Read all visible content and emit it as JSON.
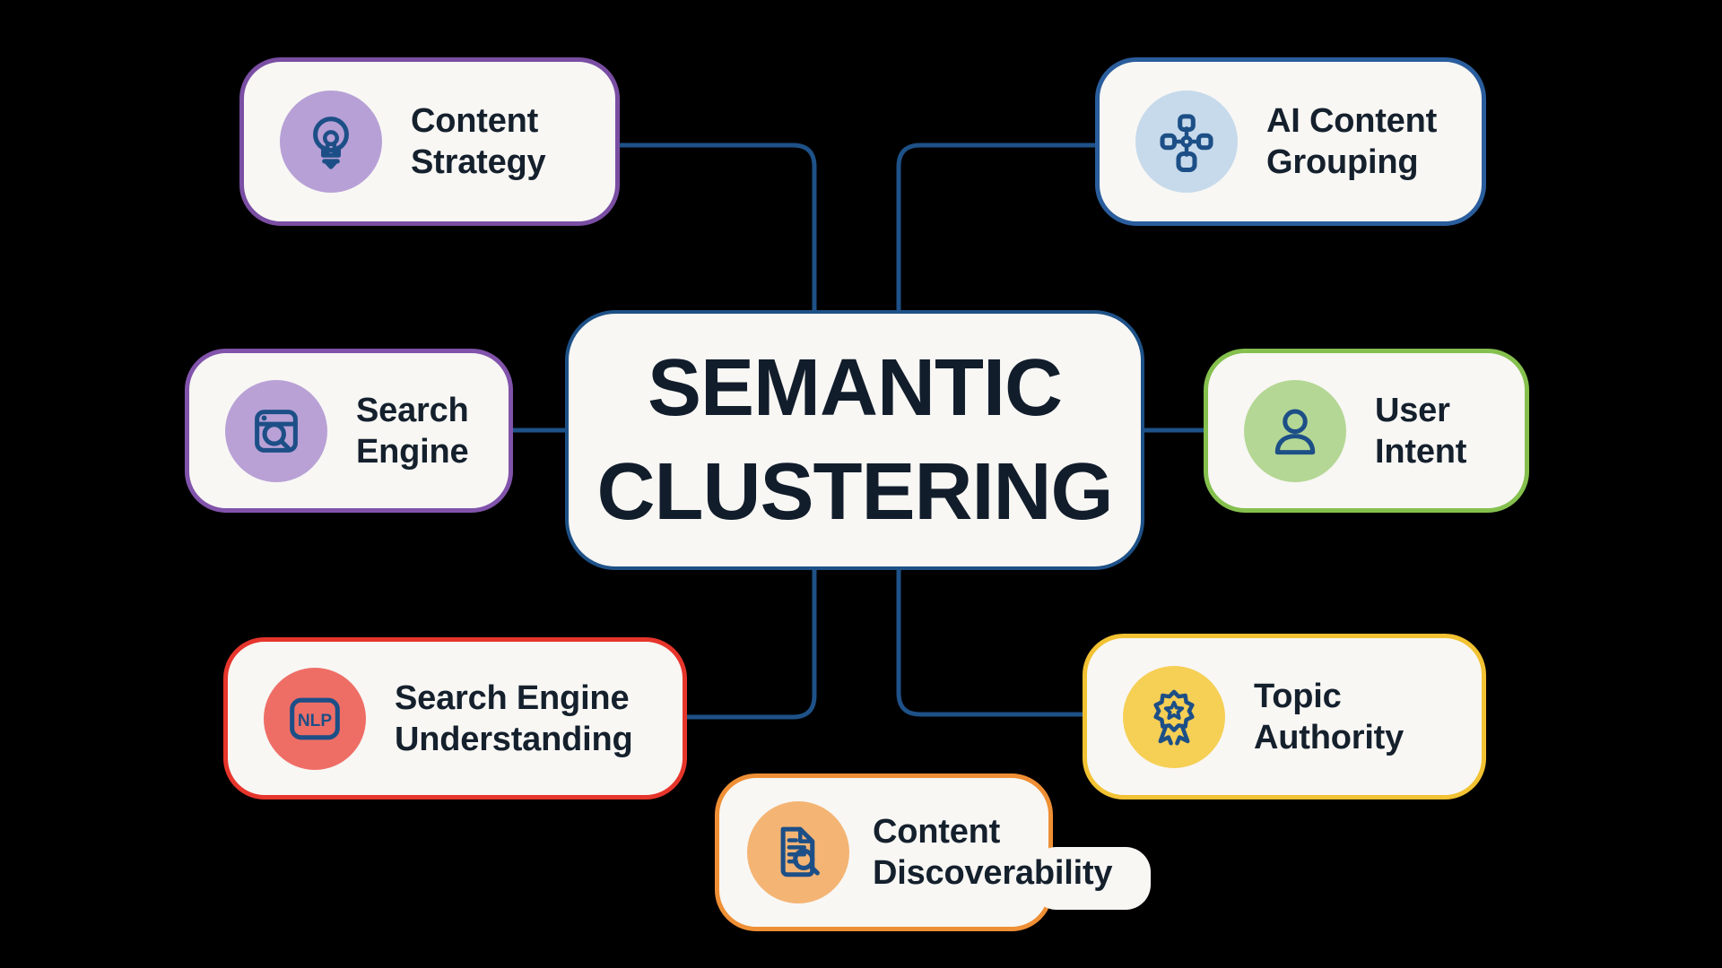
{
  "center": {
    "title_line1": "SEMANTIC",
    "title_line2": "CLUSTERING"
  },
  "nodes": [
    {
      "id": "content-strategy",
      "line1": "Content",
      "line2": "Strategy",
      "icon": "lightbulb-icon",
      "border_color": "#7a4ea3",
      "circle_color": "#b7a0d6"
    },
    {
      "id": "ai-content-grouping",
      "line1": "AI Content",
      "line2": "Grouping",
      "icon": "sitemap-icon",
      "border_color": "#2a5d9c",
      "circle_color": "#c6daeb"
    },
    {
      "id": "search-engine",
      "line1": "Search",
      "line2": "Engine",
      "icon": "browser-search-icon",
      "border_color": "#8153ab",
      "circle_color": "#b9a1d6"
    },
    {
      "id": "user-intent",
      "line1": "User",
      "line2": "Intent",
      "icon": "user-icon",
      "border_color": "#85c04e",
      "circle_color": "#b5d795"
    },
    {
      "id": "search-engine-understanding",
      "line1": "Search Engine",
      "line2": "Understanding",
      "icon": "nlp-badge-icon",
      "icon_text": "NLP",
      "border_color": "#e6352b",
      "circle_color": "#ee6e66"
    },
    {
      "id": "topic-authority",
      "line1": "Topic",
      "line2": "Authority",
      "icon": "award-rosette-icon",
      "border_color": "#f2c233",
      "circle_color": "#f6cf55"
    },
    {
      "id": "content-discoverability",
      "line1": "Content",
      "line2": "Discoverability",
      "icon": "document-search-icon",
      "border_color": "#ef8f35",
      "circle_color": "#f4b474"
    }
  ],
  "colors": {
    "background": "#000000",
    "box_fill": "#f8f7f4",
    "text": "#15202d",
    "connector": "#1e5187",
    "icon_stroke": "#1d4f87"
  }
}
